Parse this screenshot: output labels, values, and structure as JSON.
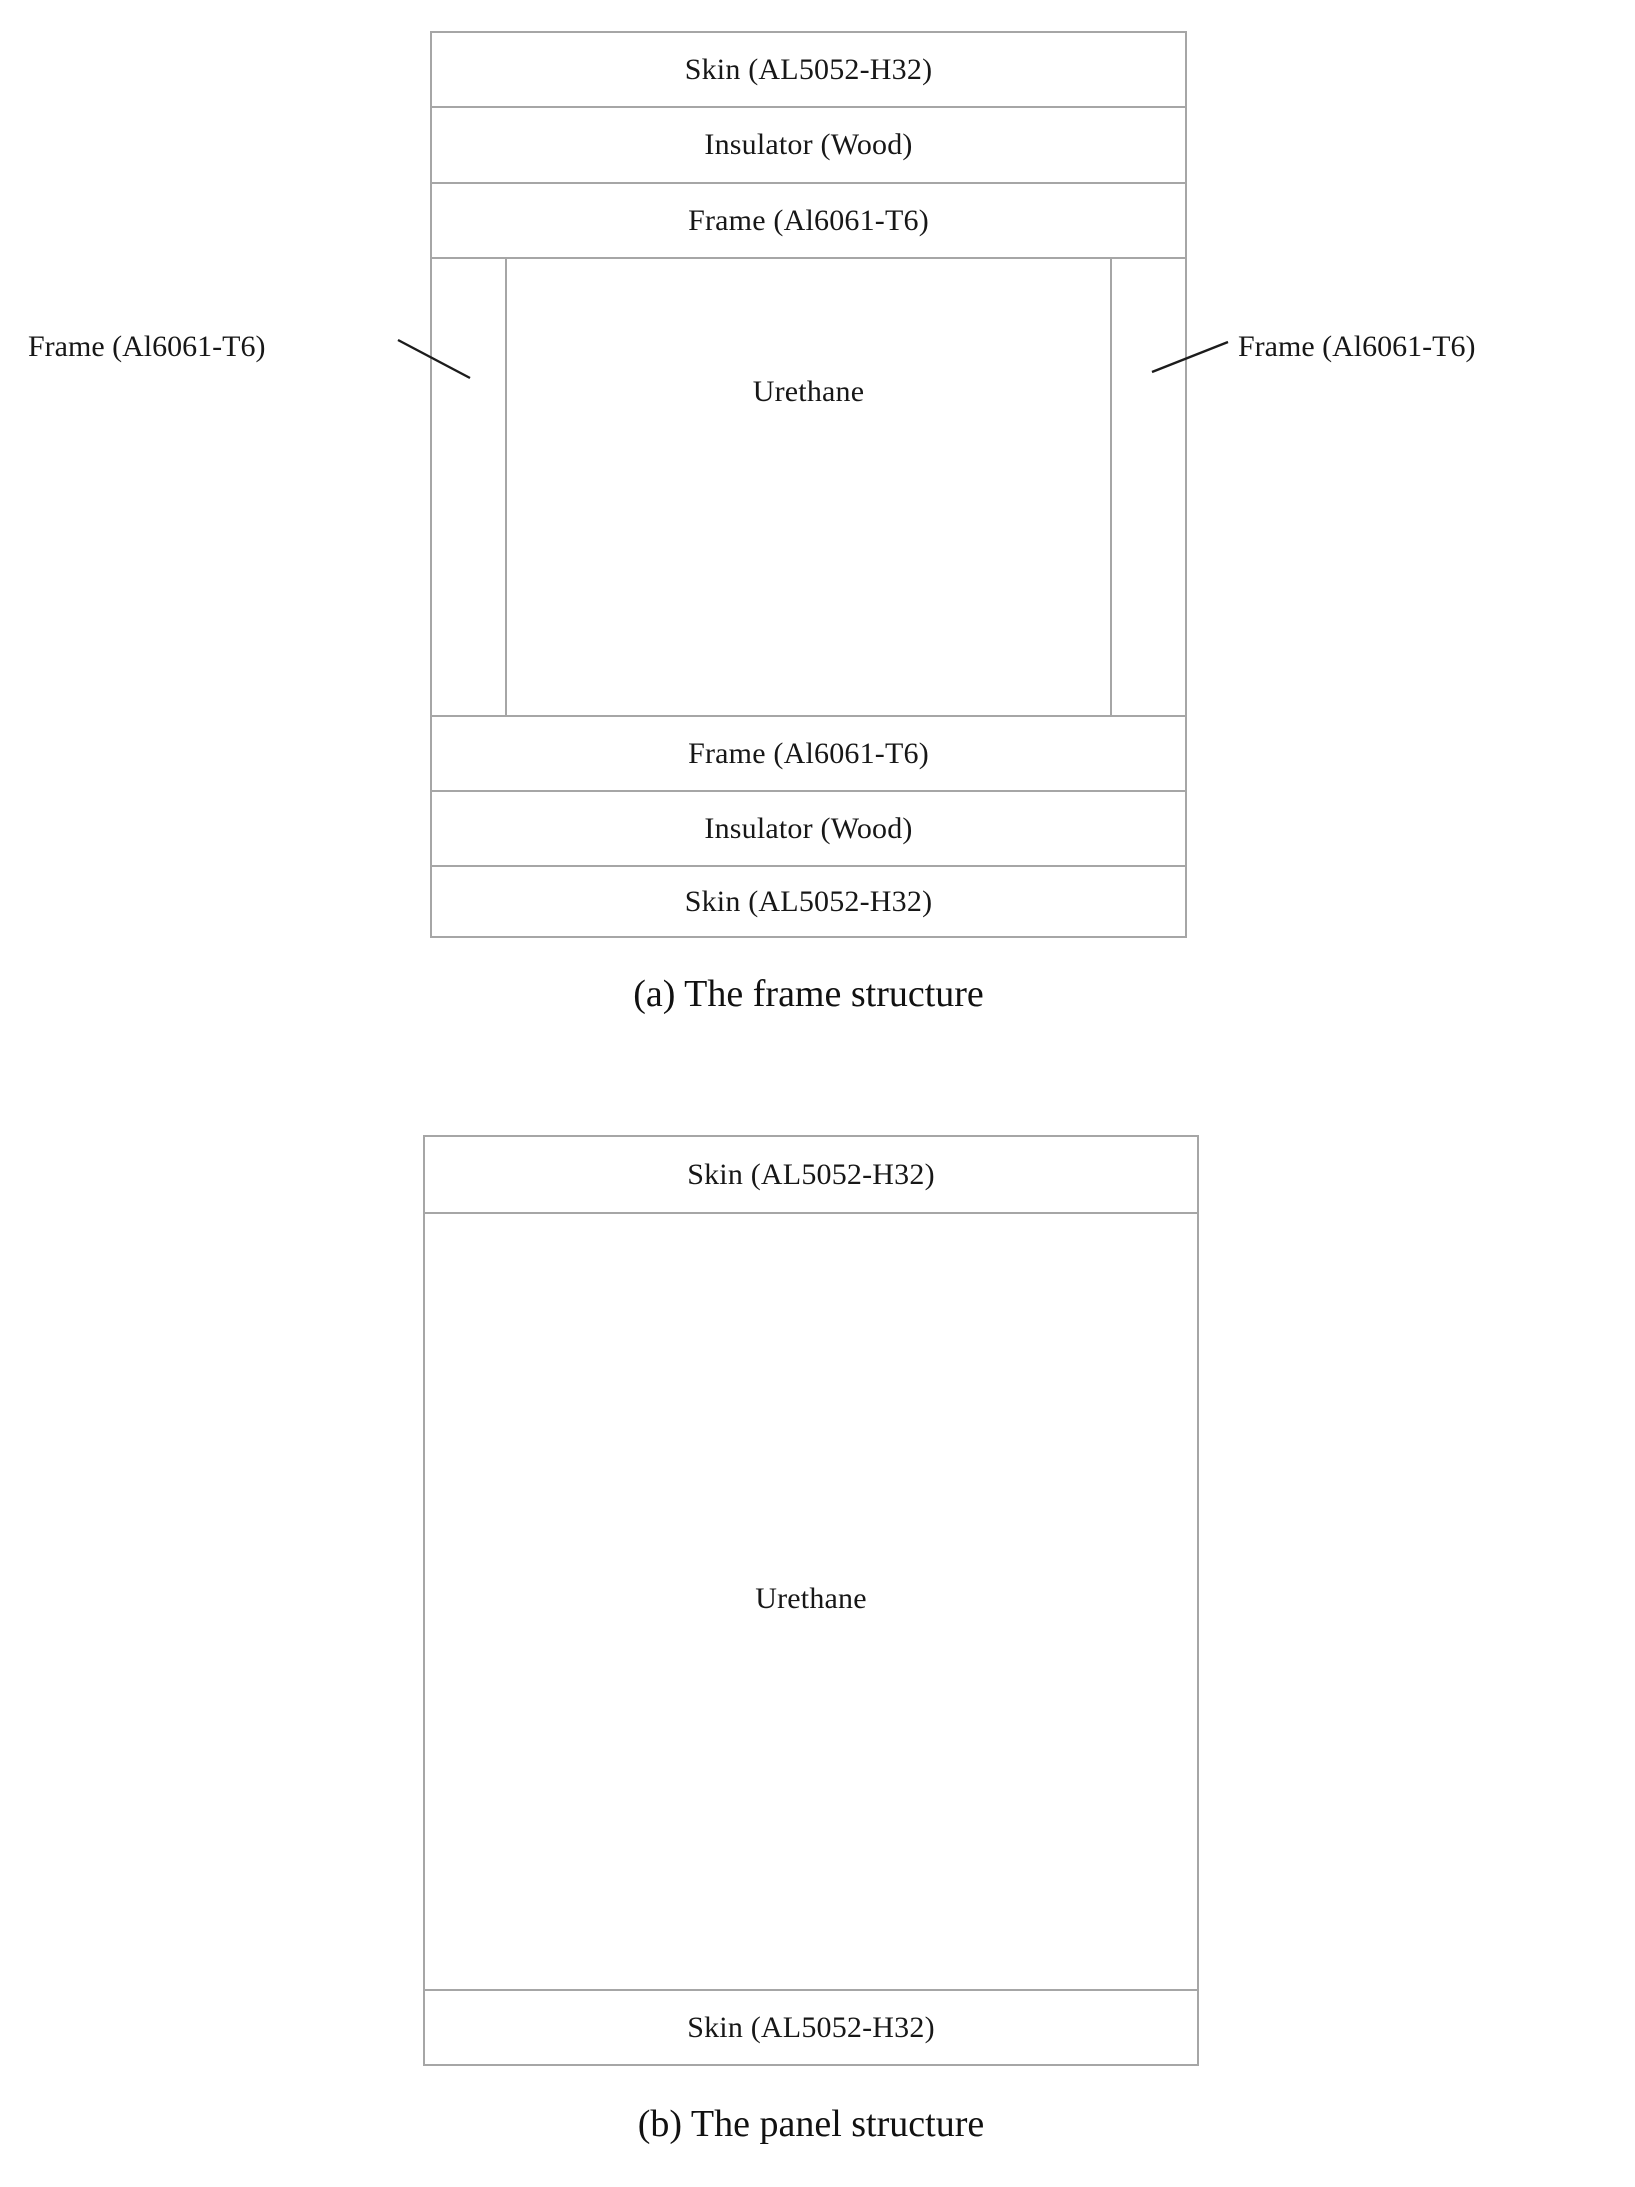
{
  "figure": {
    "panels": [
      {
        "id": "frame-structure",
        "caption": "(a) The frame structure",
        "layers_top": [
          {
            "name": "skin-top",
            "label": "Skin (AL5052-H32)"
          },
          {
            "name": "insulator-top",
            "label": "Insulator (Wood)"
          },
          {
            "name": "frame-top",
            "label": "Frame (Al6061-T6)"
          }
        ],
        "core": {
          "name": "core-urethane",
          "label": "Urethane",
          "left_column_label": "",
          "right_column_label": ""
        },
        "layers_bottom": [
          {
            "name": "frame-bottom",
            "label": "Frame (Al6061-T6)"
          },
          {
            "name": "insulator-bottom",
            "label": "Insulator (Wood)"
          },
          {
            "name": "skin-bottom",
            "label": "Skin (AL5052-H32)"
          }
        ],
        "callouts": [
          {
            "name": "callout-frame-left",
            "label": "Frame (Al6061-T6)",
            "side": "left"
          },
          {
            "name": "callout-frame-right",
            "label": "Frame (Al6061-T6)",
            "side": "right"
          }
        ]
      },
      {
        "id": "panel-structure",
        "caption": "(b) The panel structure",
        "layers_top": [
          {
            "name": "skin-top",
            "label": "Skin (AL5052-H32)"
          }
        ],
        "core": {
          "name": "core-urethane",
          "label": "Urethane"
        },
        "layers_bottom": [
          {
            "name": "skin-bottom",
            "label": "Skin (AL5052-H32)"
          }
        ]
      }
    ],
    "colors": {
      "line": "#a6a6a6",
      "leader": "#1c1c1c",
      "text": "#171717",
      "background": "#ffffff"
    }
  }
}
